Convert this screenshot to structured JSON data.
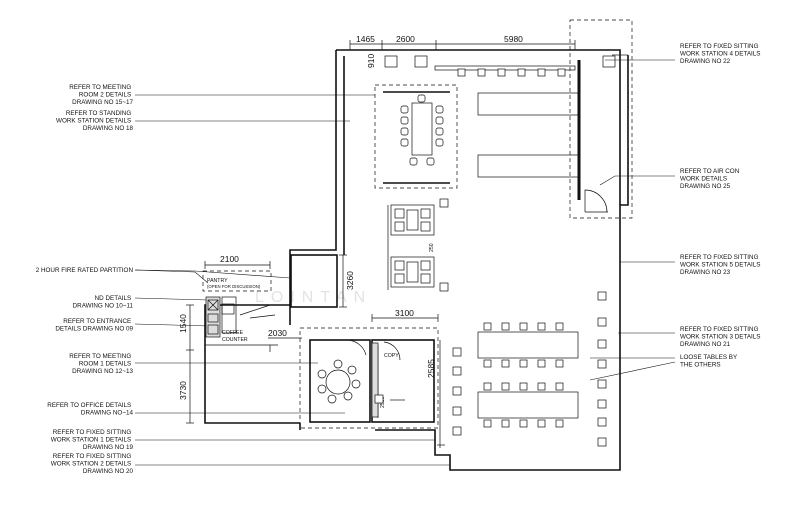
{
  "watermark": "LOINTAN",
  "left_labels": [
    {
      "lines": [
        "REFER TO MEETING",
        "ROOM 2 DETAILS",
        "DRAWING NO 15~17"
      ]
    },
    {
      "lines": [
        "REFER TO STANDING",
        "WORK STATION DETAILS",
        "DRAWING NO 18"
      ]
    },
    {
      "lines": [
        "2 HOUR FIRE RATED PARTITION"
      ]
    },
    {
      "lines": [
        "ND DETAILS",
        "DRAWING NO 10~11"
      ]
    },
    {
      "lines": [
        "REFER TO ENTRANCE",
        "DETAILS DRAWING NO 09"
      ]
    },
    {
      "lines": [
        "REFER TO MEETING",
        "ROOM 1 DETAILS",
        "DRAWING NO 12~13"
      ]
    },
    {
      "lines": [
        "REFER TO OFFICE DETAILS",
        "DRAWING NO~14"
      ]
    },
    {
      "lines": [
        "REFER TO FIXED SITTING",
        "WORK STATION 1 DETAILS",
        "DRAWING NO 19"
      ]
    },
    {
      "lines": [
        "REFER TO FIXED SITTING",
        "WORK STATION 2 DETAILS",
        "DRAWING NO 20"
      ]
    }
  ],
  "right_labels": [
    {
      "lines": [
        "REFER TO FIXED SITTING",
        "WORK STATION 4 DETAILS",
        "DRAWING NO 22"
      ]
    },
    {
      "lines": [
        "REFER TO AIR CON",
        "WORK DETAILS",
        "DRAWING NO 25"
      ]
    },
    {
      "lines": [
        "REFER TO FIXED SITTING",
        "WORK STATION 5 DETAILS",
        "DRAWING NO 23"
      ]
    },
    {
      "lines": [
        "REFER TO FIXED SITTING",
        "WORK STATION 3 DETAILS",
        "DRAWING NO 21"
      ]
    },
    {
      "lines": [
        "LOOSE TABLES BY",
        "THE OTHERS"
      ]
    }
  ],
  "dimensions": {
    "top_1465": "1465",
    "top_2600": "2600",
    "top_5980": "5980",
    "v_910": "910",
    "pantry_2100": "2100",
    "v_3260": "3260",
    "v_1540": "1540",
    "h_2030": "2030",
    "h_3100": "3100",
    "v_2585": "2585",
    "v_3730": "3730",
    "v_2550": "2550",
    "v_250": "250"
  },
  "room_labels": {
    "pantry": "PANTRY",
    "pantry_note": "(OPEN FOR DISCUSSION)",
    "coffee_1": "COFFEE",
    "coffee_2": "COUNTER",
    "copy": "COPY"
  }
}
